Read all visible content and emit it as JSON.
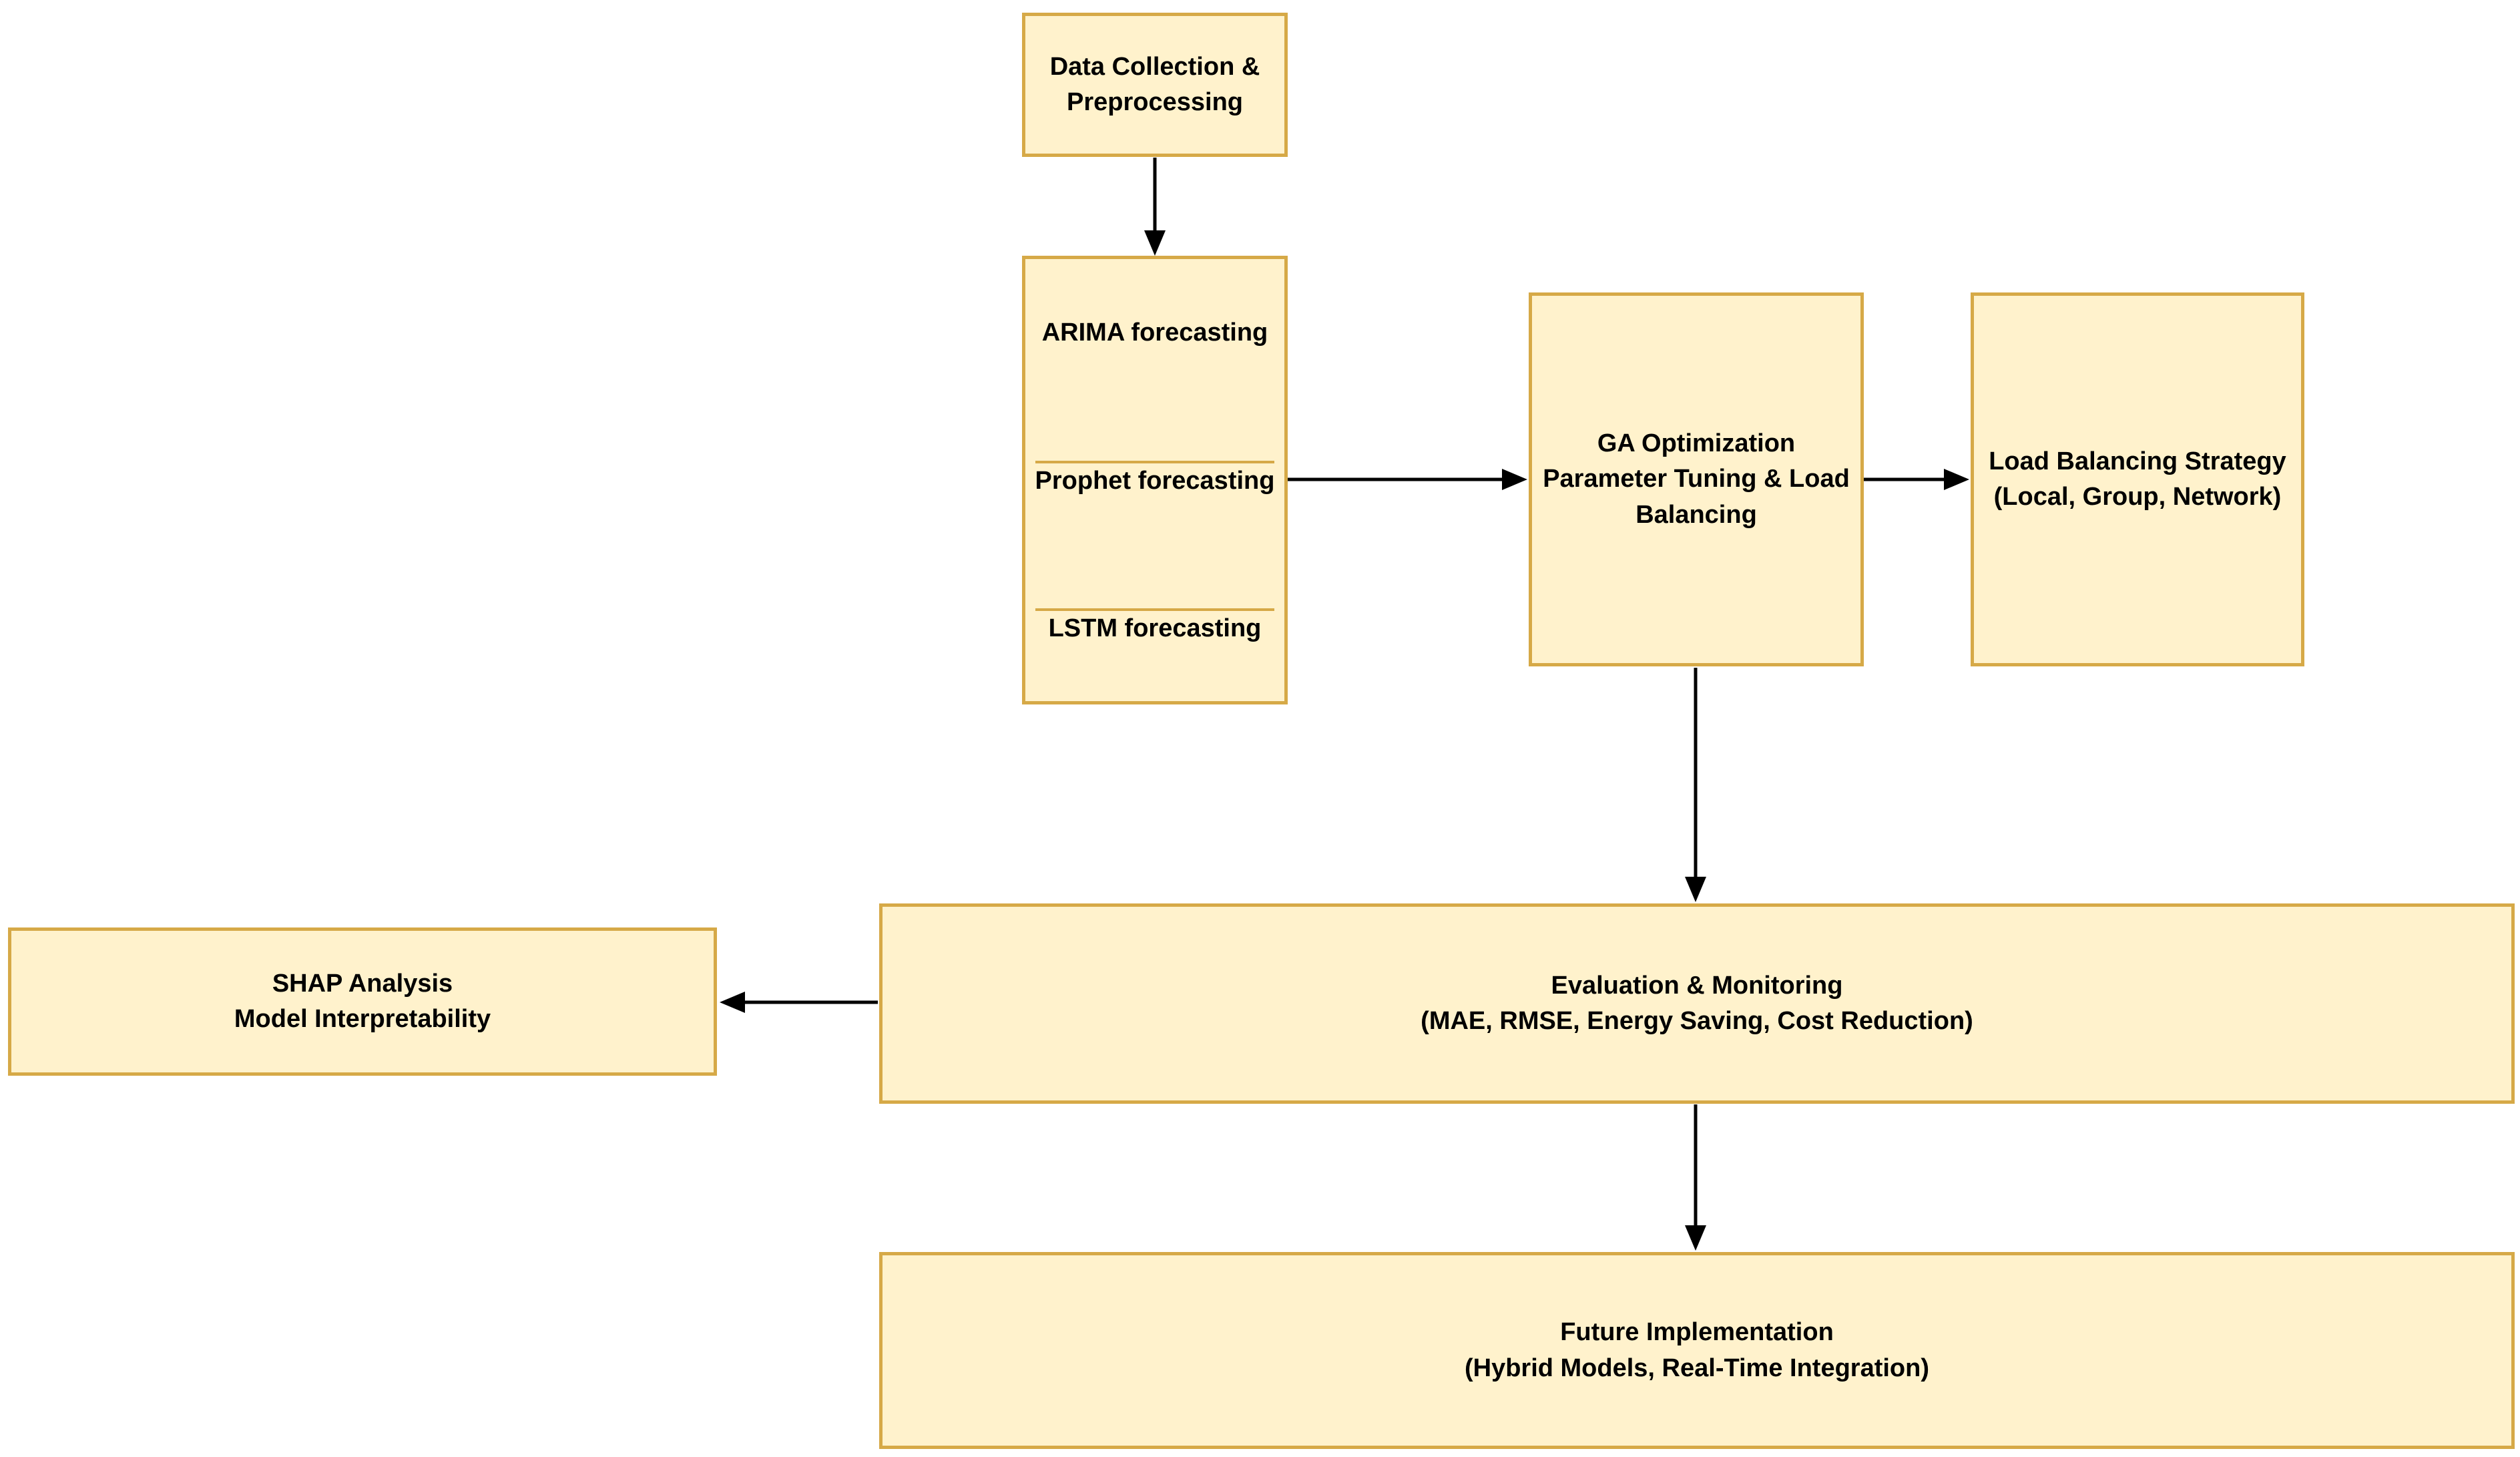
{
  "diagram": {
    "title": "Forecasting and load-balancing methodology flowchart",
    "colors": {
      "background": "#ffffff",
      "node_fill": "#FFF2CC",
      "node_border": "#D6A947",
      "arrow_color": "#000000",
      "text_color": "#000000"
    },
    "nodes": [
      {
        "id": "data_collection",
        "lines": [
          "Data Collection &",
          "Preprocessing"
        ]
      },
      {
        "id": "arima",
        "lines": [
          "ARIMA forecasting"
        ]
      },
      {
        "id": "prophet",
        "lines": [
          "Prophet forecasting"
        ]
      },
      {
        "id": "lstm",
        "lines": [
          "LSTM forecasting"
        ]
      },
      {
        "id": "ga_optimization",
        "lines": [
          "GA Optimization",
          "Parameter Tuning & Load",
          "Balancing"
        ]
      },
      {
        "id": "load_balancing_strategy",
        "lines": [
          "Load Balancing Strategy",
          "(Local, Group, Network)"
        ]
      },
      {
        "id": "evaluation_monitoring",
        "lines": [
          "Evaluation & Monitoring",
          "(MAE, RMSE, Energy Saving, Cost Reduction)"
        ]
      },
      {
        "id": "shap_analysis",
        "lines": [
          "SHAP Analysis",
          "Model Interpretability"
        ]
      },
      {
        "id": "future_implementation",
        "lines": [
          "Future Implementation",
          "(Hybrid Models, Real-Time Integration)"
        ]
      }
    ],
    "edges": [
      {
        "from": "data_collection",
        "to": "arima",
        "direction": "down"
      },
      {
        "from": "prophet",
        "to": "ga_optimization",
        "direction": "right"
      },
      {
        "from": "ga_optimization",
        "to": "load_balancing_strategy",
        "direction": "right"
      },
      {
        "from": "ga_optimization",
        "to": "evaluation_monitoring",
        "direction": "down"
      },
      {
        "from": "evaluation_monitoring",
        "to": "shap_analysis",
        "direction": "left"
      },
      {
        "from": "evaluation_monitoring",
        "to": "future_implementation",
        "direction": "down"
      }
    ]
  }
}
